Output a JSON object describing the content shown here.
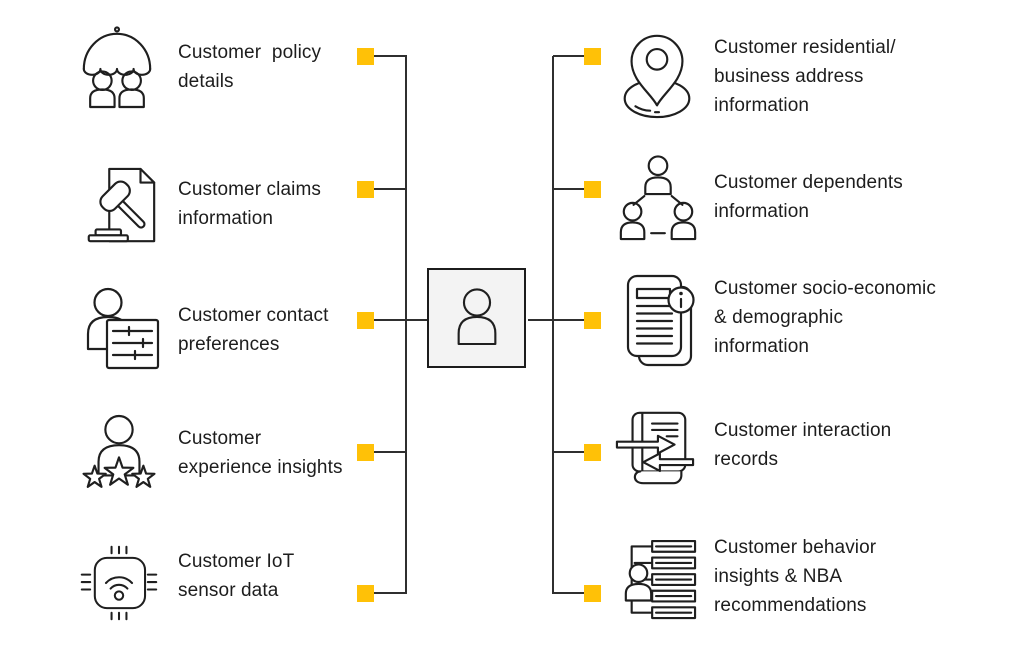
{
  "diagram": {
    "title": "Customer data hub diagram",
    "colors": {
      "accent": "#FFC107",
      "line": "#2F2F2F",
      "center_box_fill": "#F3F3F3",
      "ink": "#1D1D1D"
    },
    "center": {
      "icon": "person-icon"
    },
    "left_items": [
      {
        "icon": "umbrella-people-icon",
        "label": "Customer  policy\ndetails"
      },
      {
        "icon": "gavel-document-icon",
        "label": "Customer claims\ninformation"
      },
      {
        "icon": "contact-preferences-icon",
        "label": "Customer contact\npreferences"
      },
      {
        "icon": "person-stars-icon",
        "label": "Customer\nexperience insights"
      },
      {
        "icon": "iot-chip-icon",
        "label": "Customer IoT\nsensor data"
      }
    ],
    "right_items": [
      {
        "icon": "location-pin-icon",
        "label": "Customer residential/\nbusiness address\ninformation"
      },
      {
        "icon": "dependents-icon",
        "label": "Customer dependents\ninformation"
      },
      {
        "icon": "document-info-icon",
        "label": "Customer socio-economic\n& demographic\ninformation"
      },
      {
        "icon": "interaction-records-icon",
        "label": "Customer interaction\nrecords"
      },
      {
        "icon": "behavior-list-icon",
        "label": "Customer behavior\ninsights & NBA\nrecommendations"
      }
    ]
  }
}
